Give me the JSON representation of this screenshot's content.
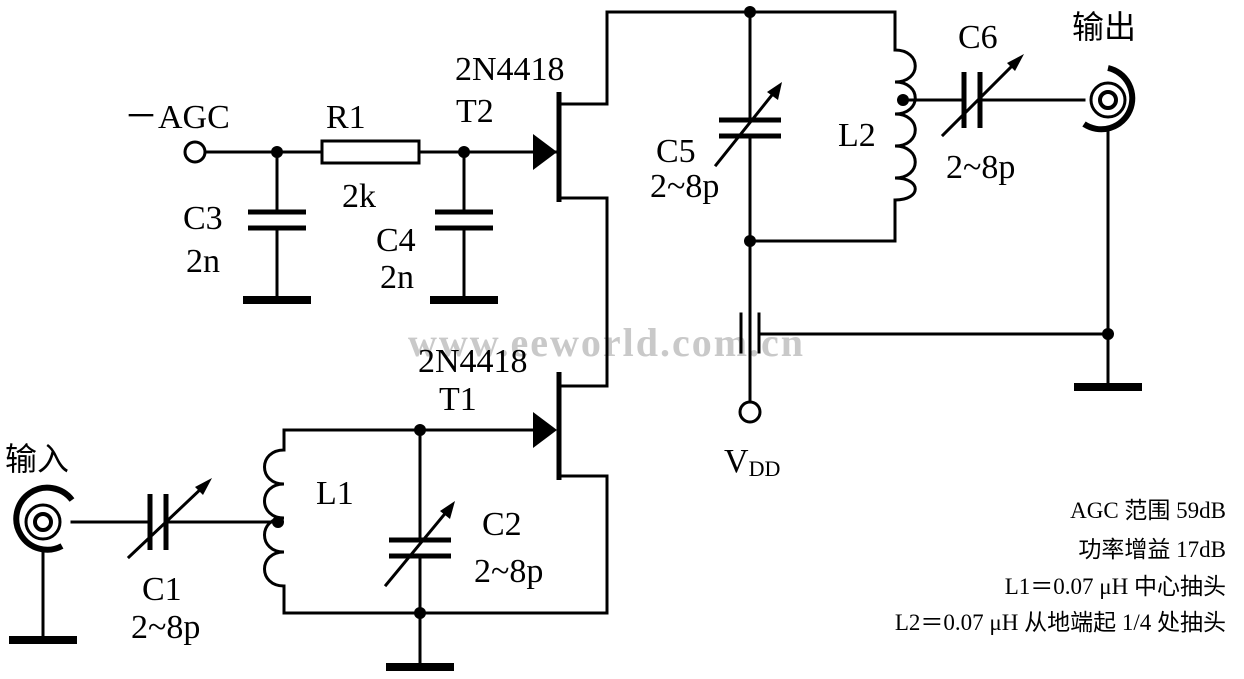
{
  "agc_label": "－AGC",
  "r1": {
    "name": "R1",
    "value": "2k"
  },
  "c3": {
    "name": "C3",
    "value": "2n"
  },
  "c4": {
    "name": "C4",
    "value": "2n"
  },
  "t2": {
    "part": "2N4418",
    "name": "T2"
  },
  "t1": {
    "part": "2N4418",
    "name": "T1"
  },
  "c5": {
    "name": "C5",
    "value": "2~8p"
  },
  "l2": {
    "name": "L2"
  },
  "c6": {
    "name": "C6",
    "value": "2~8p"
  },
  "output_label": "输出",
  "input_label": "输入",
  "c1": {
    "name": "C1",
    "value": "2~8p"
  },
  "l1": {
    "name": "L1"
  },
  "c2": {
    "name": "C2",
    "value": "2~8p"
  },
  "vdd": {
    "main": "V",
    "sub": "DD"
  },
  "watermark": "www.eeworld.com.cn",
  "notes": [
    "AGC 范围 59dB",
    "功率增益 17dB",
    "L1＝0.07 μH  中心抽头",
    "L2＝0.07 μH  从地端起 1/4 处抽头"
  ]
}
